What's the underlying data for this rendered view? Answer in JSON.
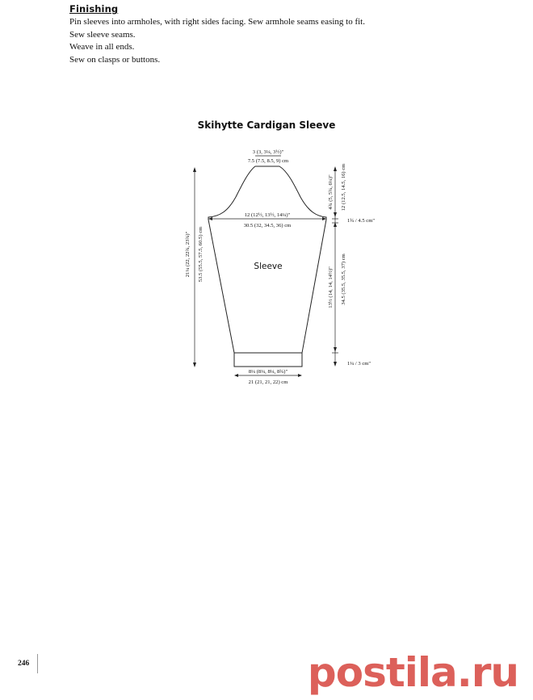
{
  "finishing": {
    "heading": "Finishing",
    "lines": [
      "Pin sleeves into armholes, with right sides facing. Sew armhole seams easing to fit.",
      "Sew sleeve seams.",
      "Weave in all ends.",
      "Sew on clasps or buttons."
    ]
  },
  "diagram": {
    "title": "Skihytte Cardigan Sleeve",
    "shape_label": "Sleeve",
    "top_width_in": "3 (3, 3¼, 3½)\"",
    "top_width_cm": "7.5 (7.5, 8.5, 9) cm",
    "upper_width_in": "12 (12½, 13½, 14¼)\"",
    "upper_width_cm": "30.5 (32, 34.5, 36) cm",
    "cuff_width_in": "8¼ (8¼, 8¼, 8¾)\"",
    "cuff_width_cm": "21 (21, 21, 22) cm",
    "total_length": "21¼ (22, 22¾, 23¾)\"",
    "total_length_cm": "53.5 (55.5, 57.5, 60.5) cm",
    "cap_height": "4¾ (5, 5¾, 6¼)\"",
    "cap_height_cm": "12 (12.5, 14.5, 16) cm",
    "underarm": "1¾ / 4.5 cm\"",
    "sleeve_length": "13½ (14, 14, 14½)\"",
    "sleeve_length_cm": "34.5 (35.5, 35.5, 37) cm",
    "cuff_depth": "1¼ / 3 cm\""
  },
  "footer": {
    "page_number": "246",
    "watermark": "postila.ru"
  }
}
